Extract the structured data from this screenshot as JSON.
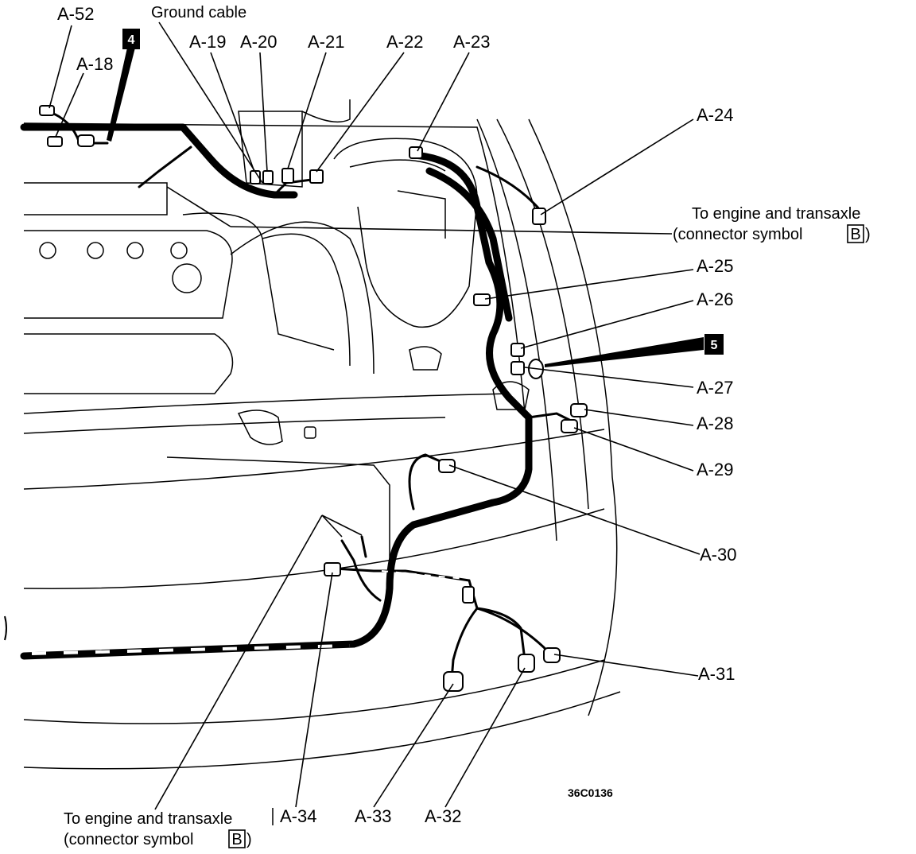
{
  "labels": {
    "a52": "A-52",
    "a18": "A-18",
    "ground_cable": "Ground cable",
    "a19": "A-19",
    "a20": "A-20",
    "a21": "A-21",
    "a22": "A-22",
    "a23": "A-23",
    "a24": "A-24",
    "a25": "A-25",
    "a26": "A-26",
    "a27": "A-27",
    "a28": "A-28",
    "a29": "A-29",
    "a30": "A-30",
    "a31": "A-31",
    "a32": "A-32",
    "a33": "A-33",
    "a34": "A-34",
    "to_engine_right_1": "To engine and transaxle",
    "to_engine_right_2": "(connector symbol",
    "to_engine_left_1": "To engine and transaxle",
    "to_engine_left_2": "(connector symbol",
    "connector_symbol": "B",
    "close_paren": ")",
    "figure_code": "36C0136"
  },
  "badges": {
    "badge_4": "4",
    "badge_5": "5"
  }
}
